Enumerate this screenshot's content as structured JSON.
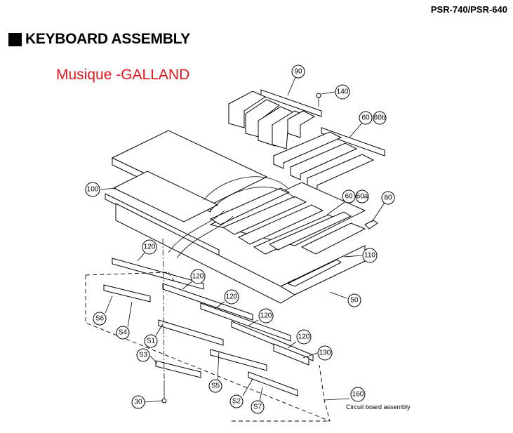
{
  "header": {
    "model": "PSR-740/PSR-640"
  },
  "title": "KEYBOARD ASSEMBLY",
  "watermark": "Musique -GALLAND",
  "callouts": {
    "c90": "90",
    "c140": "140",
    "c60": "60",
    "c60b": "60b",
    "c100": "100",
    "c60_2": "60",
    "c60a": "60a",
    "c80": "80",
    "c110": "110",
    "c50": "50",
    "c120_1": "120",
    "c120_2": "120",
    "c120_3": "120",
    "c120_4": "120",
    "c120_5": "120",
    "c130": "130",
    "c160": "160",
    "c30": "30",
    "cS1": "S1",
    "cS2": "S2",
    "cS3": "S3",
    "cS4": "S4",
    "cS5": "S5",
    "cS6": "S6",
    "cS7": "S7"
  },
  "caption": "Circuit board assembly"
}
